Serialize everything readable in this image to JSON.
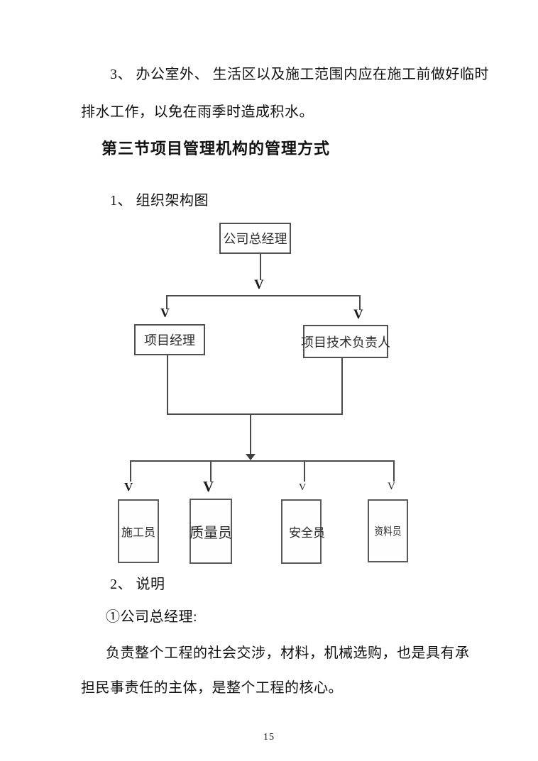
{
  "document": {
    "para_drainage": {
      "line1": "3、 办公室外、 生活区以及施工范围内应在施工前做好临时",
      "line2": "排水工作，以免在雨季时造成积水。"
    },
    "section_heading": "第三节项目管理机构的管理方式",
    "list_item_1": "1、 组织架构图",
    "list_item_2": "2、 说明",
    "note_heading": "①公司总经理:",
    "note_body_line1": "负责整个工程的社会交涉，材料，机械选购，也是具有承",
    "note_body_line2": "担民事责任的主体，是整个工程的核心。",
    "page_number": "15"
  },
  "org_chart": {
    "type": "org-diagram",
    "root_label": "公司总经理",
    "manager_label": "项目经理",
    "tech_lead_label": "项目技术负责人",
    "staff_labels": [
      "施工员",
      "质量员",
      "安全员",
      "资料员"
    ],
    "arrowhead_glyph": "V",
    "line_color": "#4a4a4a"
  }
}
